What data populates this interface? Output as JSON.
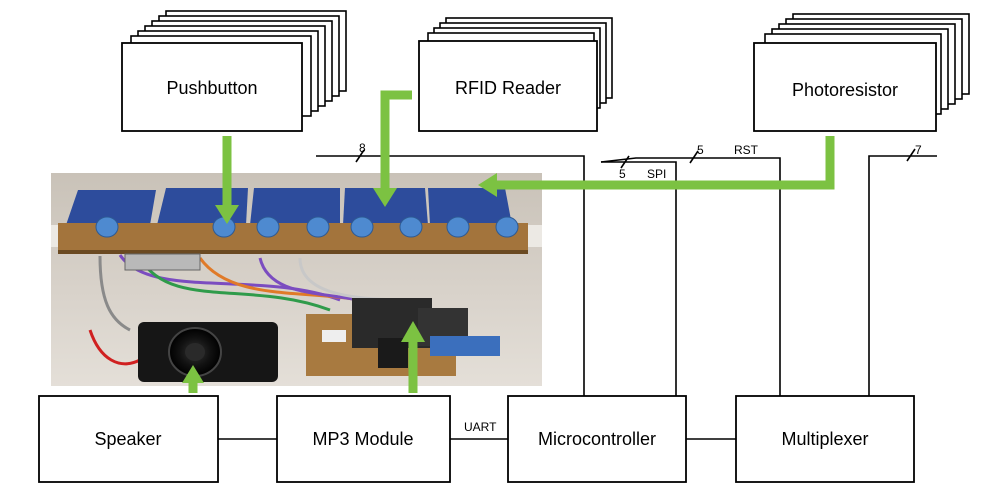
{
  "blocks": {
    "pushbutton": "Pushbutton",
    "rfid_reader": "RFID Reader",
    "photoresistor": "Photoresistor",
    "speaker": "Speaker",
    "mp3_module": "MP3 Module",
    "microcontroller": "Microcontroller",
    "multiplexer": "Multiplexer"
  },
  "bus_labels": {
    "pushbutton_count": "8",
    "rfid_spi_count": "5",
    "rfid_rst_count": "5",
    "photoresistor_count": "7",
    "spi": "SPI",
    "rst": "RST",
    "uart": "UART"
  },
  "colors": {
    "arrow": "#7cc242",
    "line": "#000000",
    "box_fill": "#ffffff"
  }
}
